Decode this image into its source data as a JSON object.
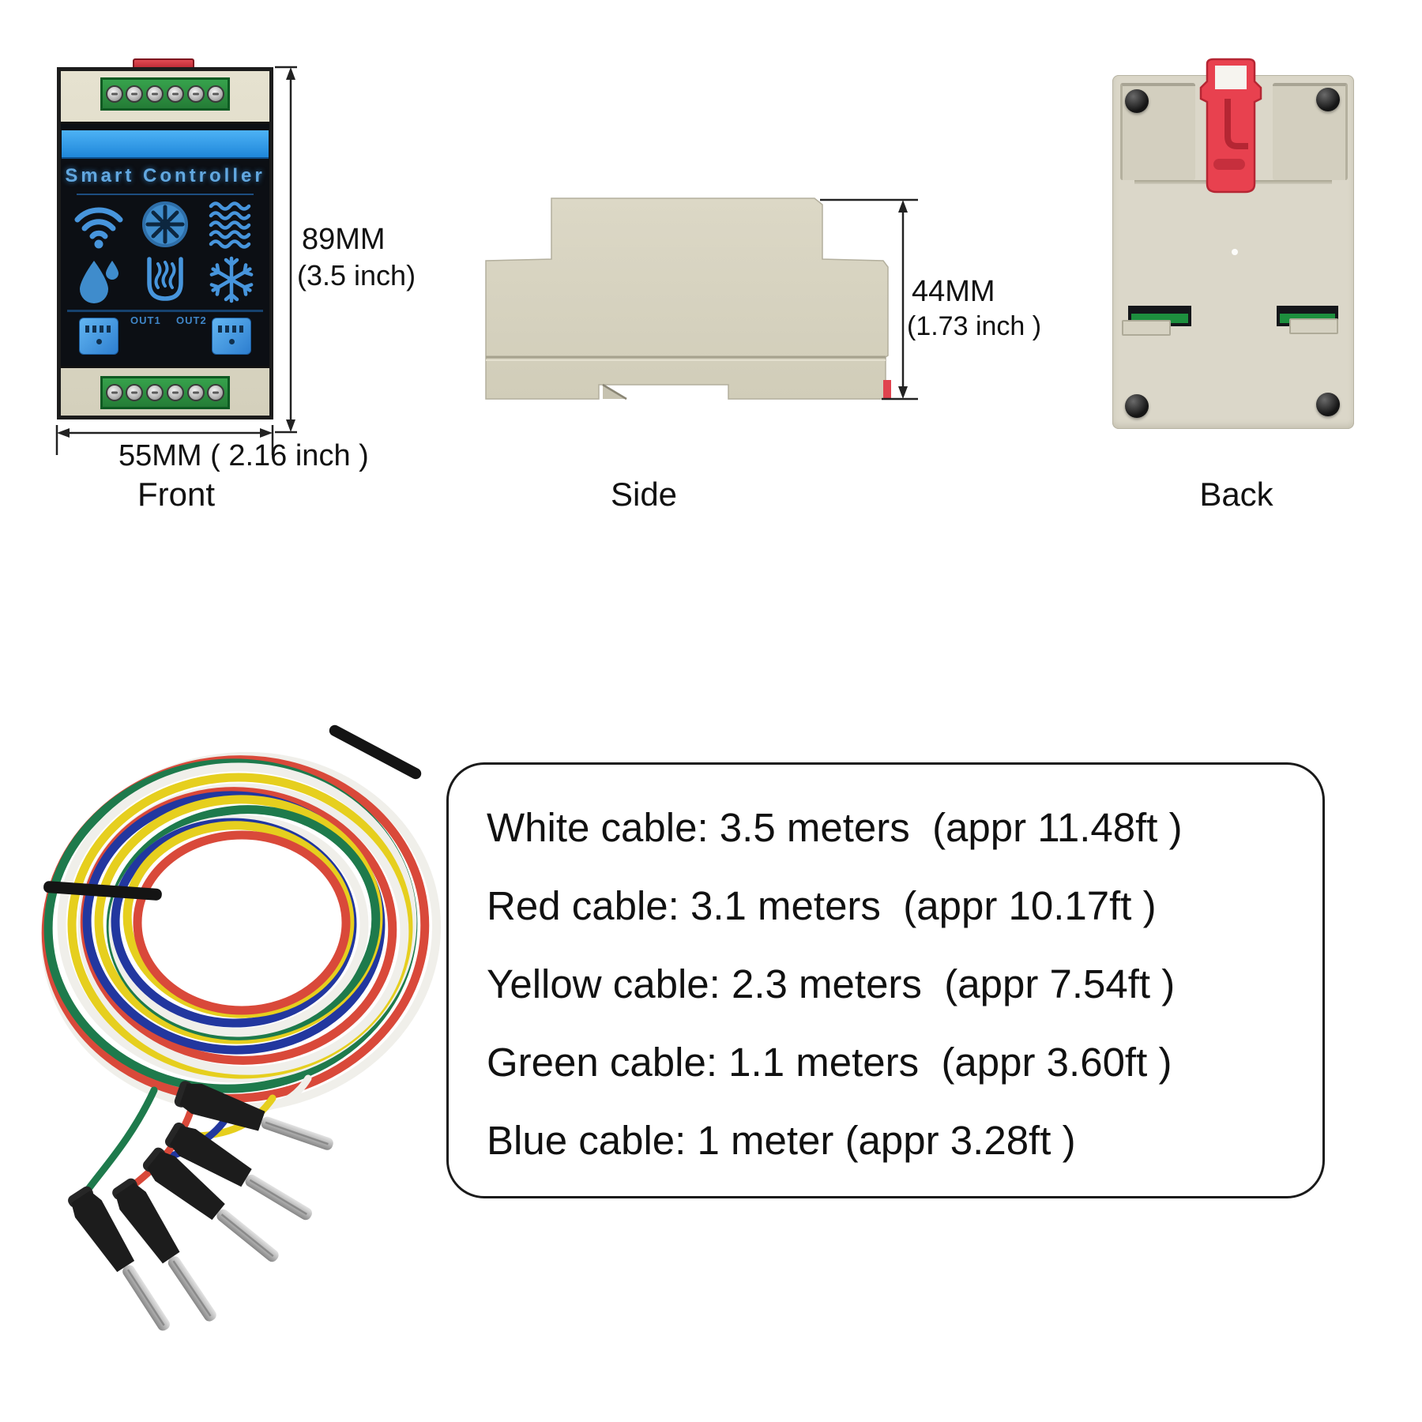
{
  "labels": {
    "front": "Front",
    "side": "Side",
    "back": "Back"
  },
  "dimensions": {
    "front_height_mm": "89MM",
    "front_height_in": "(3.5 inch)",
    "front_width": "55MM ( 2.16 inch )",
    "side_depth_mm": "44MM",
    "side_depth_in": "(1.73 inch )"
  },
  "device": {
    "title": "Smart Controller",
    "out1": "OUT1",
    "out2": "OUT2"
  },
  "icons": [
    "wifi",
    "fan",
    "waves",
    "water-drop",
    "heating",
    "snowflake"
  ],
  "cable_list": [
    "White cable: 3.5 meters  (appr 11.48ft )",
    "Red cable: 3.1 meters  (appr 10.17ft )",
    "Yellow cable: 2.3 meters  (appr 7.54ft )",
    "Green cable: 1.1 meters  (appr 3.60ft )",
    "Blue cable: 1 meter (appr 3.28ft )"
  ],
  "colors": {
    "body_beige": "#d9d5c3",
    "terminal_green": "#2f9644",
    "banner_blue": "#2f9bec",
    "icon_blue": "#4795dc",
    "panel_black": "#0c0f14",
    "clip_red": "#e0434e",
    "wire_white": "#f0efea",
    "wire_red": "#d9493a",
    "wire_yellow": "#e6cf1e",
    "wire_green": "#1e7a4c",
    "wire_blue": "#22379f"
  }
}
